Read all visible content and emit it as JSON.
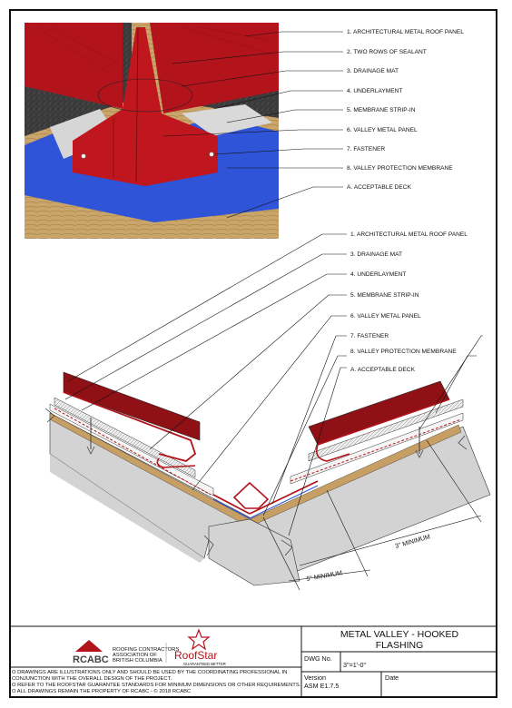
{
  "top_labels": [
    "1. ARCHITECTURAL METAL ROOF PANEL",
    "2. TWO ROWS OF SEALANT",
    "3. DRAINAGE MAT",
    "4. UNDERLAYMENT",
    "5. MEMBRANE STRIP-IN",
    "6. VALLEY METAL PANEL",
    "7. FASTENER",
    "8. VALLEY PROTECTION MEMBRANE",
    "A. ACCEPTABLE DECK"
  ],
  "bottom_labels": [
    "1. ARCHITECTURAL METAL ROOF PANEL",
    "3. DRAINAGE MAT",
    "4. UNDERLAYMENT",
    "5. MEMBRANE STRIP-IN",
    "6. VALLEY METAL PANEL",
    "7. FASTENER",
    "8. VALLEY PROTECTION MEMBRANE",
    "A. ACCEPTABLE DECK"
  ],
  "dimensions": {
    "left": "5\" MINIMUM",
    "right": "3\" MINIMUM"
  },
  "title_block": {
    "title_line1": "METAL VALLEY - HOOKED",
    "title_line2": "FLASHING",
    "dwg_label": "DWG No.",
    "scale": "3\"=1'-0\"",
    "version_label": "Version",
    "version_value": "ASM E1.7.5",
    "date_label": "Date",
    "rcabc_logo": "RCABC",
    "rcabc_name_1": "ROOFING CONTRACTORS",
    "rcabc_name_2": "ASSOCIATION OF",
    "rcabc_name_3": "BRITISH COLUMBIA",
    "roofstar_logo": "RoofStar",
    "roofstar_sub": "GUARANTEED BETTER",
    "notes": [
      "O DRAWINGS ARE ILLUSTRATIONS ONLY AND SHOULD BE USED BY THE COORDINATING PROFESSIONAL IN",
      "   CONJUNCTION WITH THE OVERALL DESIGN OF THE PROJECT.",
      "O REFER TO THE ROOFSTAR GUARANTEE STANDARDS FOR MINIMUM DIMENSIONS OR OTHER REQUIREMENTS.",
      "O ALL DRAWINGS REMAIN THE PROPERTY OF RCABC - © 2018 RCABC"
    ]
  },
  "colors": {
    "roof_red": "#b3141b",
    "membrane_blue": "#2f54d8",
    "deck_tan": "#c7a36b",
    "deck_grey": "#d3d3d3",
    "underlay_dark": "#3b3b3b"
  }
}
